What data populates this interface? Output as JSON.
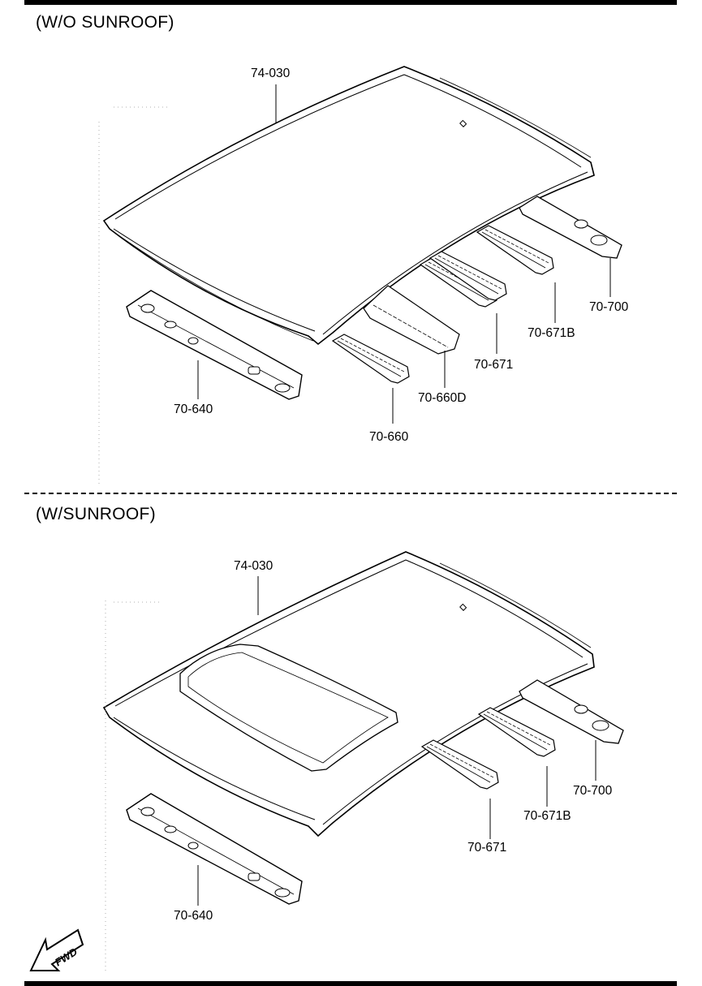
{
  "sections": [
    {
      "title": "(W/O SUNROOF)",
      "labels": {
        "roof_panel": "74-030",
        "front_rail": "70-640",
        "bow_1": "70-660",
        "bow_2": "70-660D",
        "bow_3": "70-671",
        "bow_4": "70-671B",
        "rear_rail": "70-700"
      }
    },
    {
      "title": "(W/SUNROOF)",
      "labels": {
        "roof_panel": "74-030",
        "front_rail": "70-640",
        "bow_3": "70-671",
        "bow_4": "70-671B",
        "rear_rail": "70-700"
      }
    }
  ],
  "fwd_indicator": "FWD",
  "icons": [
    "fwd-arrow-icon"
  ]
}
